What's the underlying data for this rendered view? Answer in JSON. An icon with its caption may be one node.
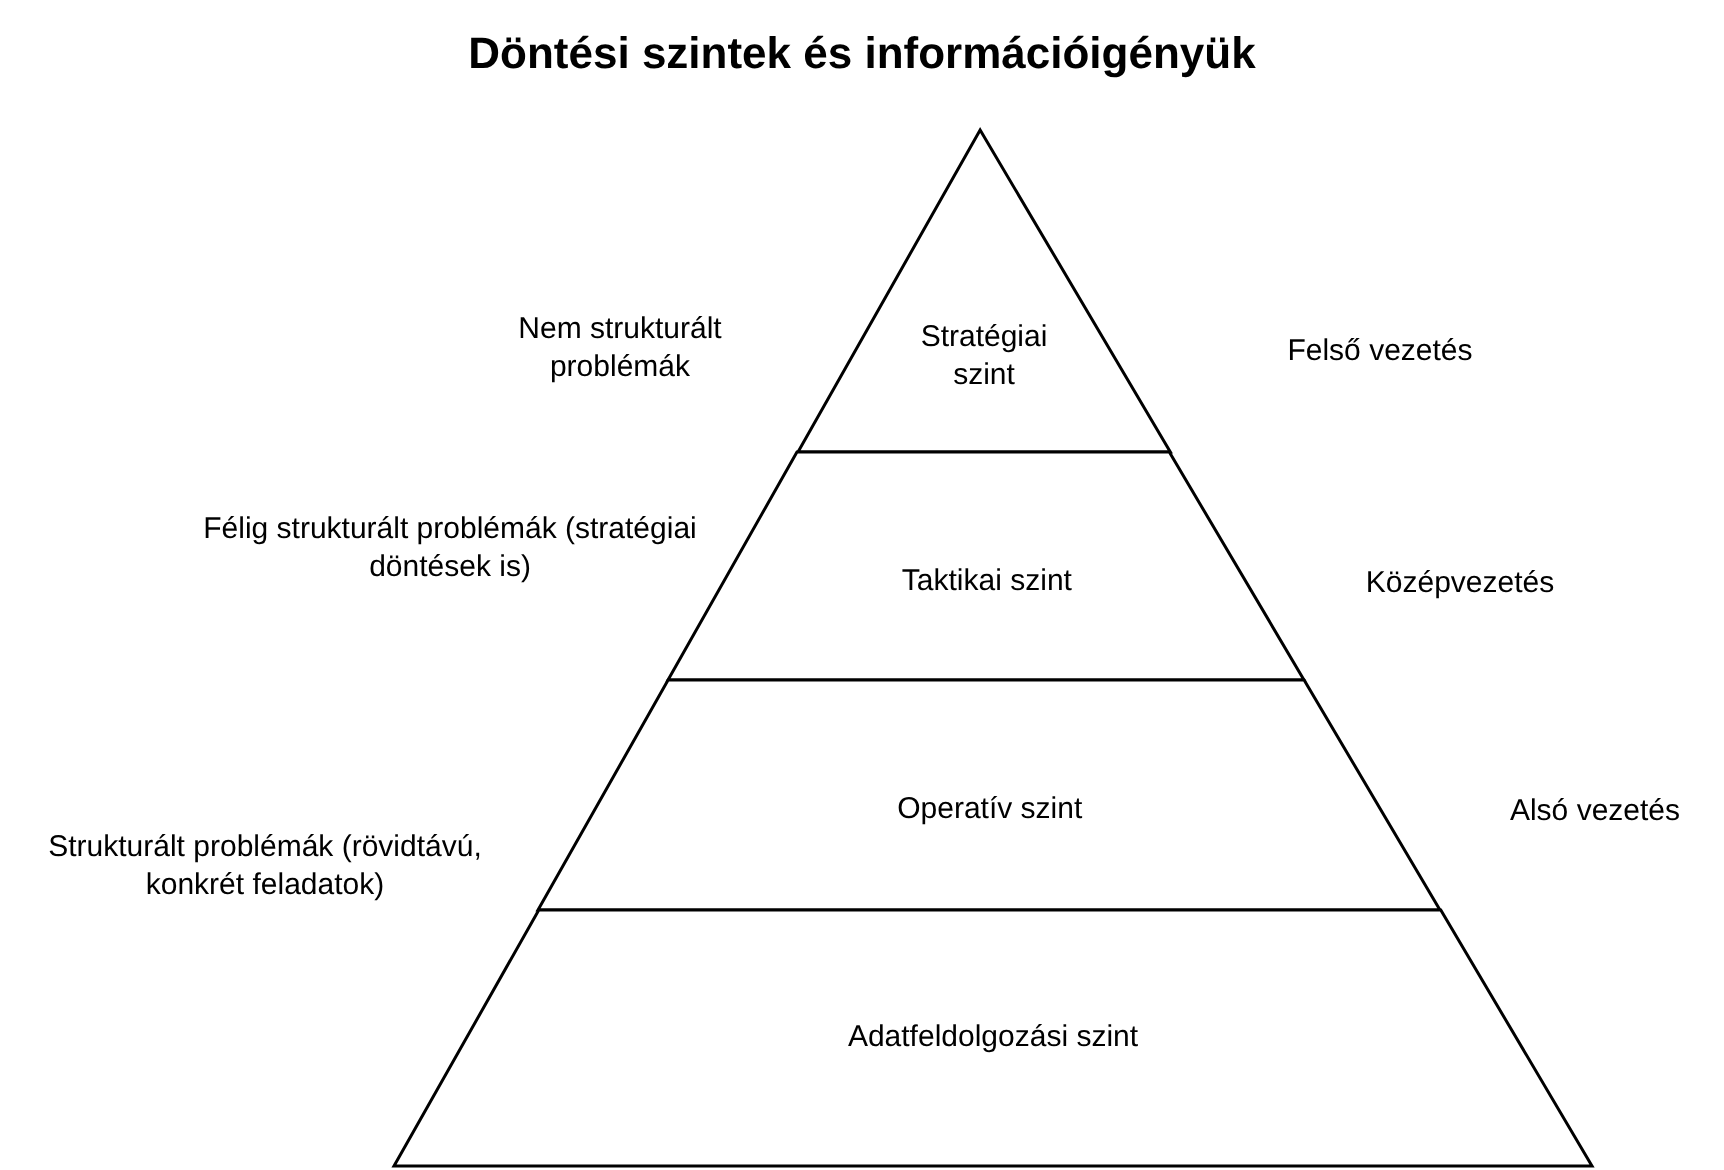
{
  "diagram": {
    "title": "Döntési szintek és információigényük",
    "nodes": [
      {
        "text": [
          "Stratégiai szint"
        ]
      },
      {
        "text": [
          "Taktikai szint"
        ]
      },
      {
        "text": [
          "Operatív szint"
        ]
      },
      {
        "text": [
          "Adatfeldolgozási szint"
        ]
      }
    ],
    "edges": [],
    "labels": [
      "Nem strukturált problémák",
      "Felső vezetés",
      "Félig strukturált problémák (stratégiai döntések is)",
      "Középvezetés",
      "Strukturált problémák (rövidtávú, konkrét feladatok)",
      "Alsó vezetés"
    ]
  }
}
